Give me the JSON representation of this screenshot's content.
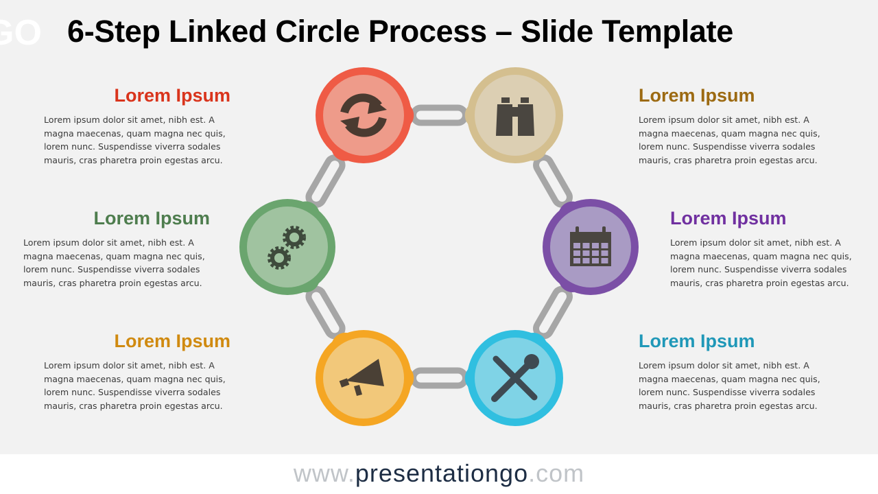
{
  "logo": "GO",
  "title": "6-Step Linked Circle Process – Slide Template",
  "steps": [
    {
      "heading": "Lorem Ipsum",
      "text": "Lorem ipsum dolor sit amet, nibh est. A magna maecenas, quam magna nec quis, lorem nunc. Suspendisse viverra sodales mauris, cras pharetra proin egestas arcu.",
      "color": "#d9341c",
      "icon": "refresh-icon"
    },
    {
      "heading": "Lorem Ipsum",
      "text": "Lorem ipsum dolor sit amet, nibh est. A magna maecenas, quam magna nec quis, lorem nunc. Suspendisse viverra sodales mauris, cras pharetra proin egestas arcu.",
      "color": "#9c6a12",
      "icon": "binoculars-icon"
    },
    {
      "heading": "Lorem Ipsum",
      "text": "Lorem ipsum dolor sit amet, nibh est. A magna maecenas, quam magna nec quis, lorem nunc. Suspendisse viverra sodales mauris, cras pharetra proin egestas arcu.",
      "color": "#7030a0",
      "icon": "calendar-icon"
    },
    {
      "heading": "Lorem Ipsum",
      "text": "Lorem ipsum dolor sit amet, nibh est. A magna maecenas, quam magna nec quis, lorem nunc. Suspendisse viverra sodales mauris, cras pharetra proin egestas arcu.",
      "color": "#2098b8",
      "icon": "tools-icon"
    },
    {
      "heading": "Lorem Ipsum",
      "text": "Lorem ipsum dolor sit amet, nibh est. A magna maecenas, quam magna nec quis, lorem nunc. Suspendisse viverra sodales mauris, cras pharetra proin egestas arcu.",
      "color": "#d08a10",
      "icon": "megaphone-icon"
    },
    {
      "heading": "Lorem Ipsum",
      "text": "Lorem ipsum dolor sit amet, nibh est. A magna maecenas, quam magna nec quis, lorem nunc. Suspendisse viverra sodales mauris, cras pharetra proin egestas arcu.",
      "color": "#4e7d4e",
      "icon": "gears-icon"
    }
  ],
  "footer": {
    "prefix": "www.",
    "brand": "presentationgo",
    "suffix": ".com"
  }
}
